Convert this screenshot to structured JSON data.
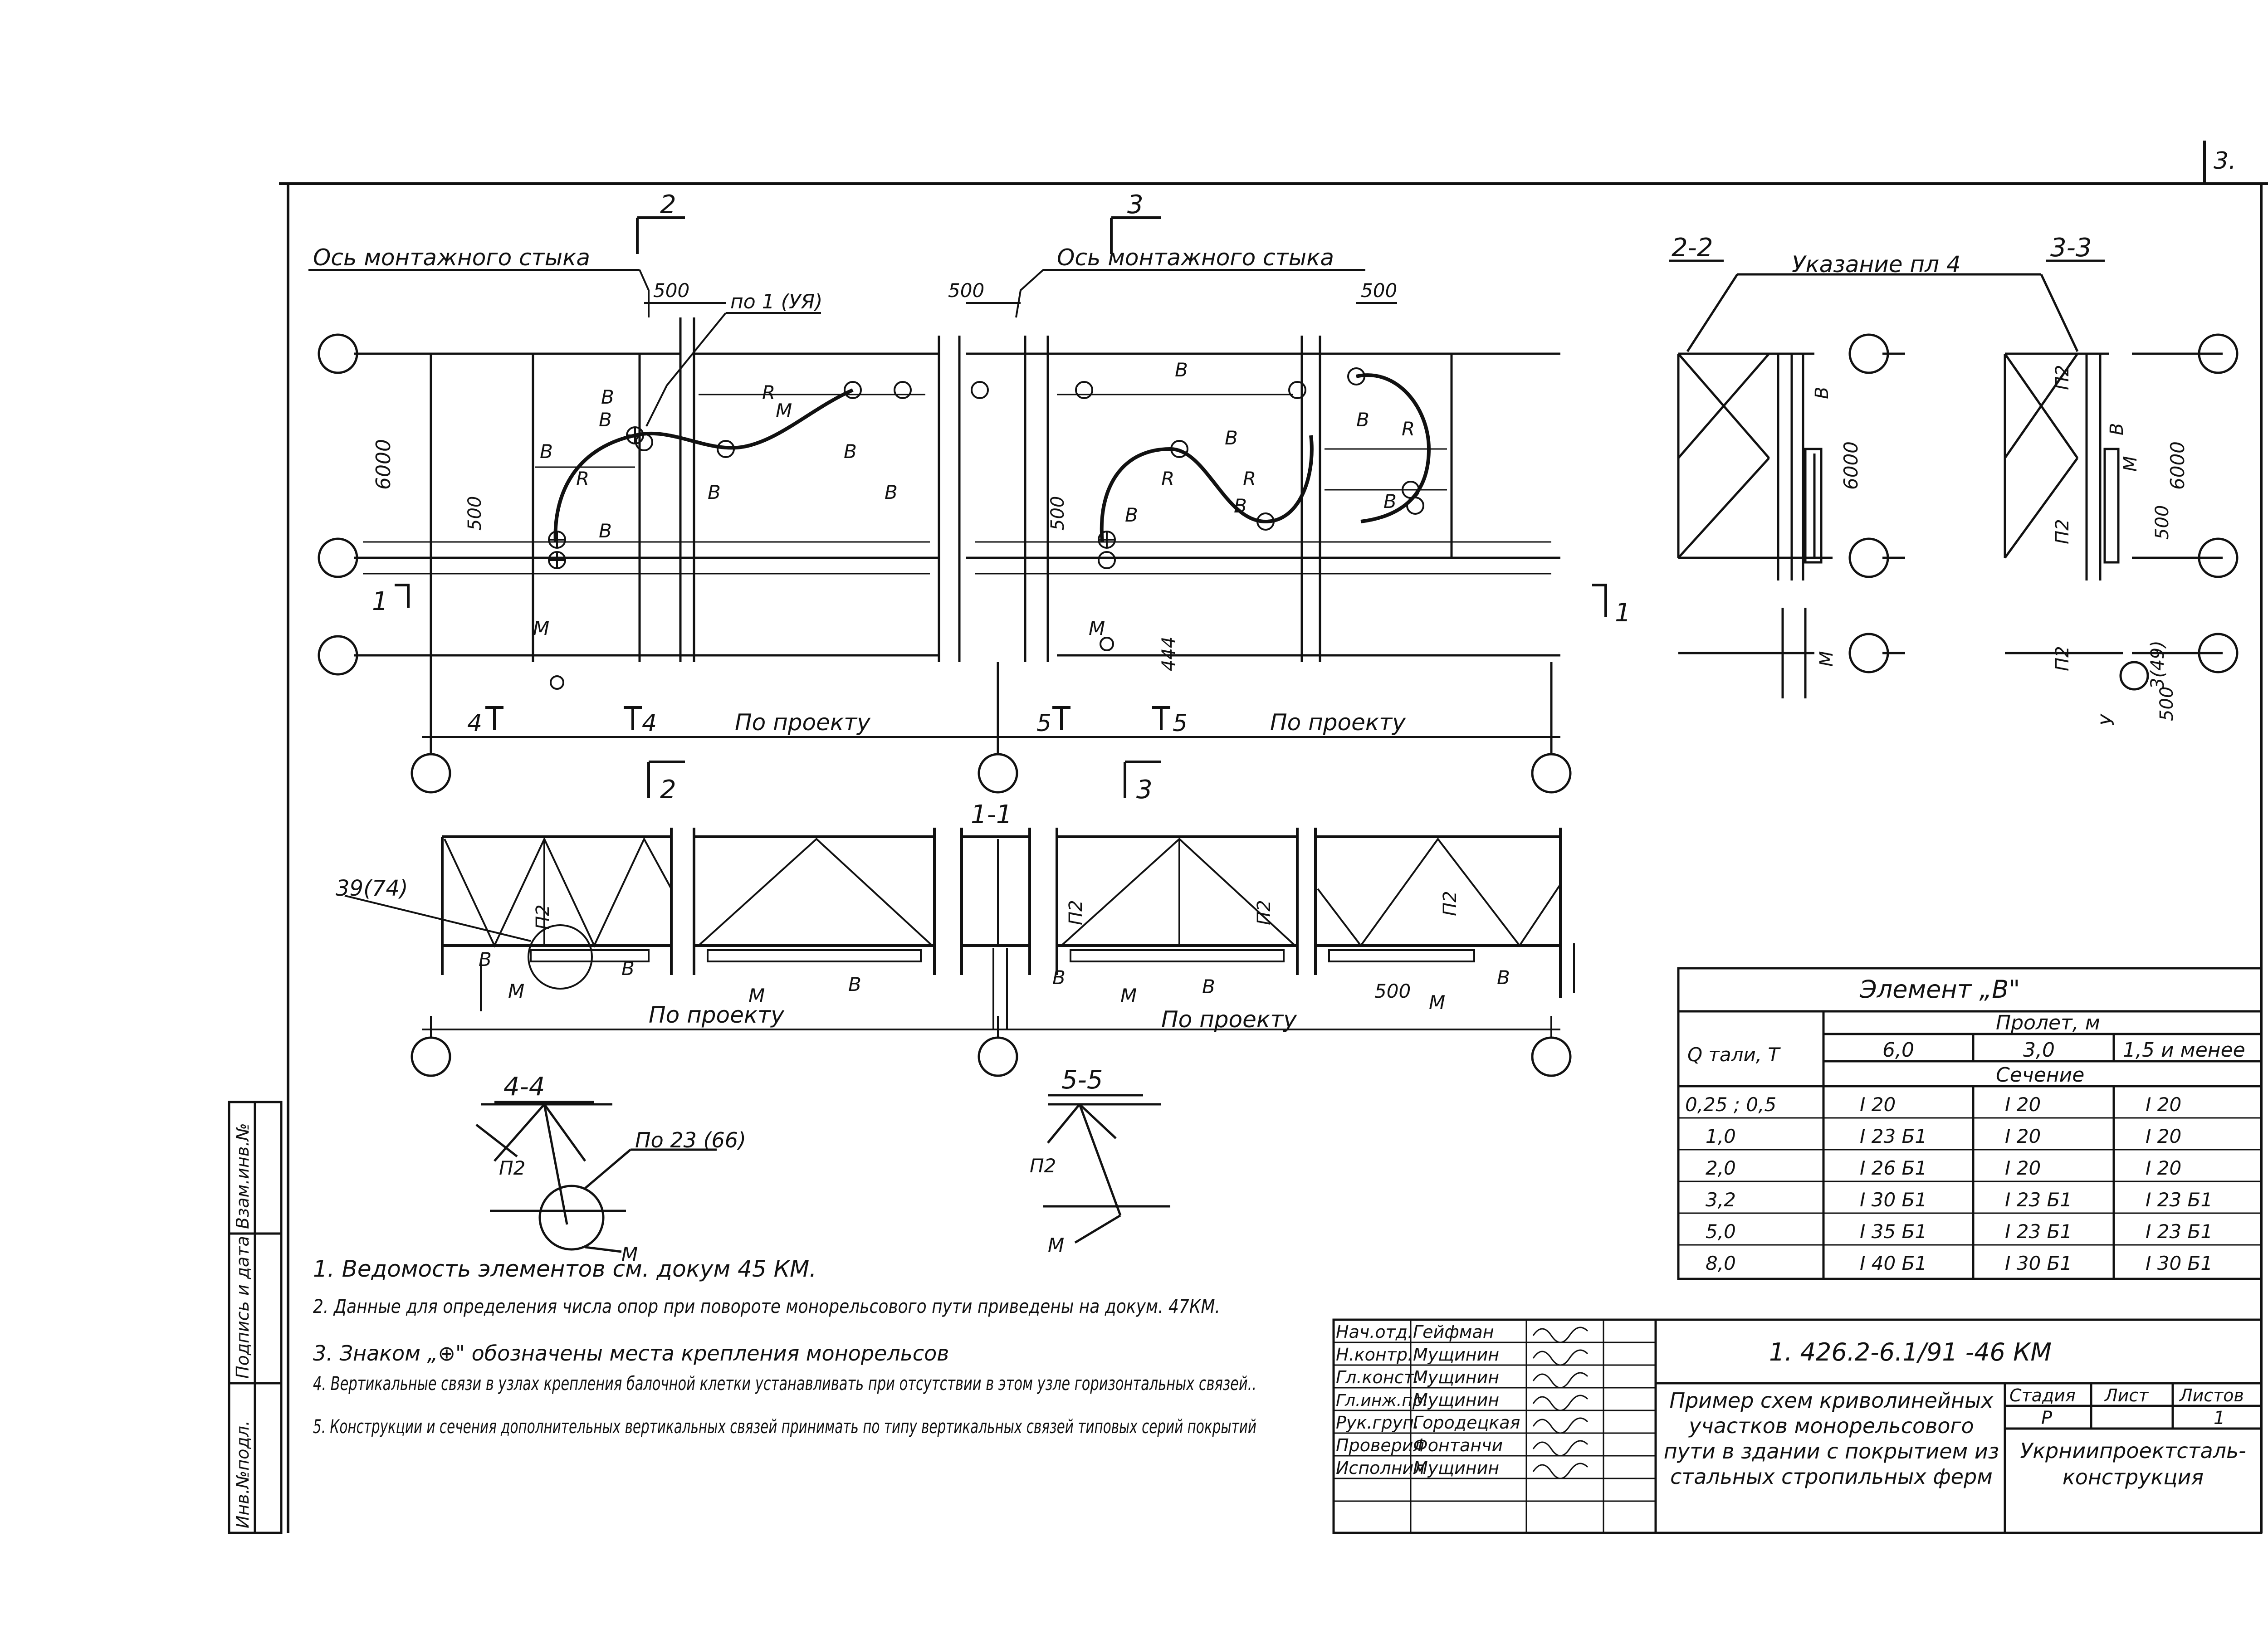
{
  "sheet_number": "3.",
  "labels": {
    "axis_joint_left": "Ось монтажного стыка",
    "axis_joint_right": "Ось монтажного стыка",
    "note_ref_left": "по 1 (УЯ)",
    "section_2_2": "2-2",
    "section_3_3": "3-3",
    "section_1_1": "1-1",
    "section_4_4": "4-4",
    "section_5_5": "5-5",
    "indication_p4": "Указание пл 4",
    "by_project": "По проекту",
    "ref_39_74": "39(74)",
    "ref_23_66": "По 23 (66)",
    "ref_3_49": "3(49)"
  },
  "dims": {
    "d500": "500",
    "d6000": "6000",
    "d444": "444"
  },
  "marks": {
    "B": "В",
    "R": "R",
    "M": "М",
    "P2": "П2",
    "U": "У",
    "cut1": "1",
    "cut2": "2",
    "cut3": "3",
    "cut4": "4",
    "cut5": "5"
  },
  "element_table": {
    "title": "Элемент „В\"",
    "col_q": "Q тали, Т",
    "span_header": "Пролет, м",
    "spans": [
      "6,0",
      "3,0",
      "1,5 и менее"
    ],
    "section_header": "Сечение",
    "rows": [
      {
        "q": "0,25 ; 0,5",
        "s6": "I 20",
        "s3": "I 20",
        "s15": "I 20"
      },
      {
        "q": "1,0",
        "s6": "I 23 Б1",
        "s3": "I 20",
        "s15": "I 20"
      },
      {
        "q": "2,0",
        "s6": "I 26 Б1",
        "s3": "I 20",
        "s15": "I 20"
      },
      {
        "q": "3,2",
        "s6": "I 30 Б1",
        "s3": "I 23 Б1",
        "s15": "I 23 Б1"
      },
      {
        "q": "5,0",
        "s6": "I 35 Б1",
        "s3": "I 23 Б1",
        "s15": "I 23 Б1"
      },
      {
        "q": "8,0",
        "s6": "I 40 Б1",
        "s3": "I 30 Б1",
        "s15": "I 30 Б1"
      }
    ]
  },
  "notes": [
    "1. Ведомость элементов см. докум 45 КМ.",
    "2. Данные для определения числа опор при повороте монорельсового пути приведены на докум. 47КМ.",
    "3. Знаком „⊕\" обозначены места крепления монорельсов",
    "4. Вертикальные связи в узлах крепления балочной клетки устанавливать при отсутствии в этом узле горизонтальных связей..",
    "5. Конструкции и сечения дополнительных вертикальных связей принимать по типу вертикальных связей типовых серий покрытий"
  ],
  "side_stamp": [
    "Инв.№подл.",
    "Подпись и дата",
    "Взам.инв.№"
  ],
  "title_block": {
    "doc_code": "1. 426.2-6.1/91 -46 КМ",
    "people": [
      {
        "role": "Нач.отд.",
        "name": "Гейфман"
      },
      {
        "role": "Н.контр.",
        "name": "Мущинин"
      },
      {
        "role": "Гл.конст.",
        "name": "Мущинин"
      },
      {
        "role": "Гл.инж.пр.",
        "name": "Мущинин"
      },
      {
        "role": "Рук.груп.",
        "name": "Городецкая"
      },
      {
        "role": "Проверил",
        "name": "Фонтанчи"
      },
      {
        "role": "Исполнил",
        "name": "Мущинин"
      }
    ],
    "description": "Пример схем криволинейных участков монорельсового пути в здании с покрытием из стальных стропильных ферм",
    "stage_label": "Стадия",
    "sheet_label": "Лист",
    "sheets_label": "Листов",
    "stage": "Р",
    "sheet": "",
    "sheets": "1",
    "organization": "Укрниипроектсталь-конструкция"
  }
}
